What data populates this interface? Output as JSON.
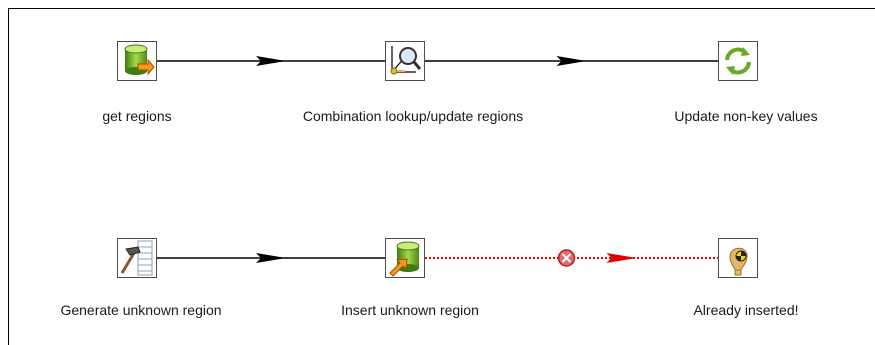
{
  "steps": [
    {
      "id": "get_regions",
      "label": "get regions",
      "icon": "table-input-icon"
    },
    {
      "id": "combination_lookup",
      "label": "Combination lookup/update regions",
      "icon": "lookup-key-icon"
    },
    {
      "id": "update_nonkey",
      "label": "Update non-key values",
      "icon": "refresh-icon"
    },
    {
      "id": "generate_unknown",
      "label": "Generate unknown region",
      "icon": "generate-rows-icon"
    },
    {
      "id": "insert_unknown",
      "label": "Insert unknown region",
      "icon": "table-output-icon"
    },
    {
      "id": "already_inserted",
      "label": "Already inserted!",
      "icon": "dummy-icon"
    }
  ],
  "hops": [
    {
      "from": "get_regions",
      "to": "combination_lookup",
      "type": "normal"
    },
    {
      "from": "combination_lookup",
      "to": "update_nonkey",
      "type": "normal"
    },
    {
      "from": "generate_unknown",
      "to": "insert_unknown",
      "type": "normal"
    },
    {
      "from": "insert_unknown",
      "to": "already_inserted",
      "type": "error"
    }
  ],
  "colors": {
    "hop_normal": "#000000",
    "hop_error": "#e00000",
    "frame": "#000000",
    "icon_border": "#4d4d4d"
  }
}
